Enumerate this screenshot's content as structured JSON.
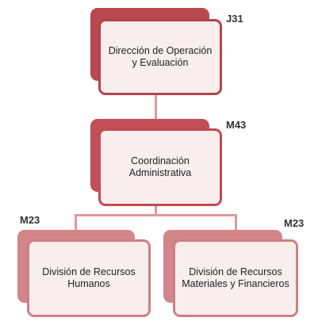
{
  "colors": {
    "top_dark": "#b84a4f",
    "top_border": "#b8424a",
    "mid_dark": "#c24f55",
    "mid_border": "#c44a52",
    "low_dark": "#d3868a",
    "low_border": "#cf7f84",
    "inner_fill": "#f8eeee",
    "connector": "#dc9a9e"
  },
  "nodes": [
    {
      "code": "J31",
      "label": "Dirección de Operación y Evaluación"
    },
    {
      "code": "M43",
      "label": "Coordinación Administrativa"
    },
    {
      "code": "M23",
      "label": "División de Recursos Humanos"
    },
    {
      "code": "M23",
      "label": "División de Recursos Materiales y Financieros"
    }
  ]
}
